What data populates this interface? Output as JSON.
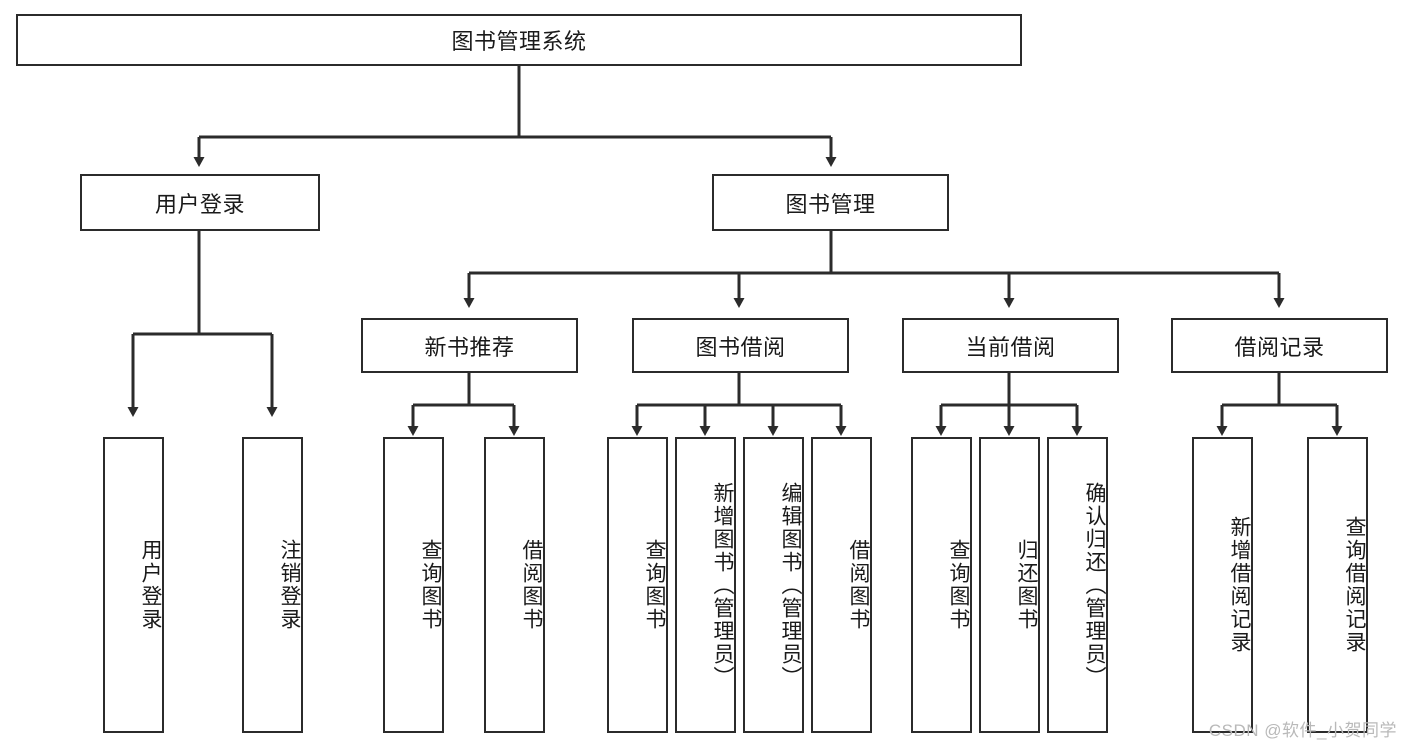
{
  "diagram": {
    "title": "图书管理系统",
    "type": "hierarchy-tree",
    "root": {
      "id": "root",
      "label": "图书管理系统",
      "orientation": "horizontal"
    },
    "level1": [
      {
        "id": "user-login",
        "label": "用户登录",
        "orientation": "horizontal"
      },
      {
        "id": "book-manage",
        "label": "图书管理",
        "orientation": "horizontal"
      }
    ],
    "level2": [
      {
        "id": "new-book-recommend",
        "label": "新书推荐",
        "orientation": "horizontal",
        "parent": "book-manage"
      },
      {
        "id": "book-borrow",
        "label": "图书借阅",
        "orientation": "horizontal",
        "parent": "book-manage"
      },
      {
        "id": "current-borrow",
        "label": "当前借阅",
        "orientation": "horizontal",
        "parent": "book-manage"
      },
      {
        "id": "borrow-record",
        "label": "借阅记录",
        "orientation": "horizontal",
        "parent": "book-manage"
      }
    ],
    "leaves": [
      {
        "id": "leaf-user-login",
        "label": "用户登录",
        "parent": "user-login",
        "orientation": "vertical"
      },
      {
        "id": "leaf-user-logout",
        "label": "注销登录",
        "parent": "user-login",
        "orientation": "vertical"
      },
      {
        "id": "leaf-query-book-1",
        "label": "查询图书",
        "parent": "new-book-recommend",
        "orientation": "vertical"
      },
      {
        "id": "leaf-borrow-book-1",
        "label": "借阅图书",
        "parent": "new-book-recommend",
        "orientation": "vertical"
      },
      {
        "id": "leaf-query-book-2",
        "label": "查询图书",
        "parent": "book-borrow",
        "orientation": "vertical"
      },
      {
        "id": "leaf-add-book",
        "label": "新增图书（管理员）",
        "parent": "book-borrow",
        "orientation": "vertical"
      },
      {
        "id": "leaf-edit-book",
        "label": "编辑图书（管理员）",
        "parent": "book-borrow",
        "orientation": "vertical"
      },
      {
        "id": "leaf-borrow-book-2",
        "label": "借阅图书",
        "parent": "book-borrow",
        "orientation": "vertical"
      },
      {
        "id": "leaf-query-book-3",
        "label": "查询图书",
        "parent": "current-borrow",
        "orientation": "vertical"
      },
      {
        "id": "leaf-return-book",
        "label": "归还图书",
        "parent": "current-borrow",
        "orientation": "vertical"
      },
      {
        "id": "leaf-confirm-return",
        "label": "确认归还（管理员）",
        "parent": "current-borrow",
        "orientation": "vertical"
      },
      {
        "id": "leaf-add-record",
        "label": "新增借阅记录",
        "parent": "borrow-record",
        "orientation": "vertical"
      },
      {
        "id": "leaf-query-record",
        "label": "查询借阅记录",
        "parent": "borrow-record",
        "orientation": "vertical"
      }
    ],
    "watermark": "CSDN @软件_小贺同学",
    "colors": {
      "stroke": "#2b2b2b",
      "fill": "#ffffff",
      "text": "#1a1a1a",
      "watermark": "#b9b9b9"
    }
  }
}
